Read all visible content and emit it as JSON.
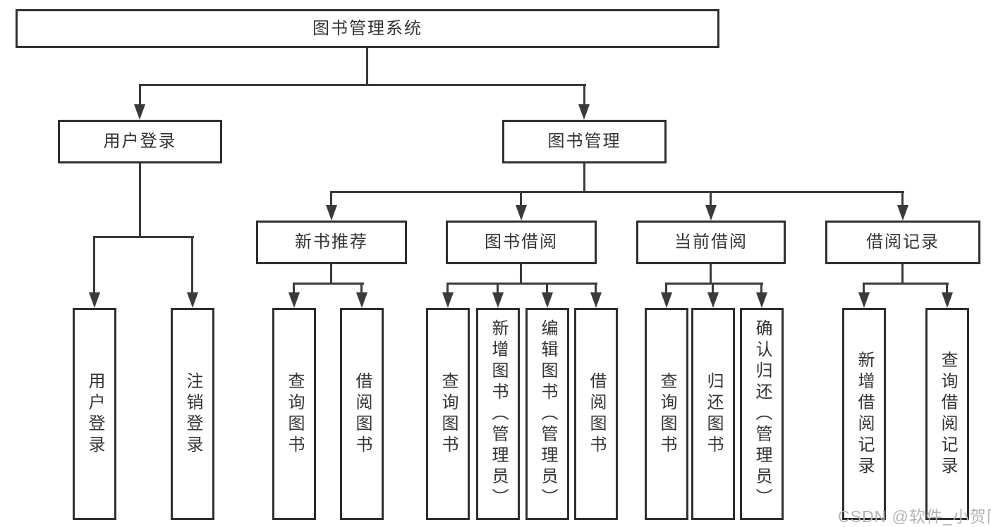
{
  "colors": {
    "background": "#ffffff",
    "box_border": "#2f2f2f",
    "connector": "#3a3a3a",
    "text": "#333333",
    "watermark": "#b3b3b3"
  },
  "tree": {
    "root": {
      "label": "图书管理系统",
      "children": [
        {
          "label": "用户登录",
          "children": [
            {
              "label": "用户登录"
            },
            {
              "label": "注销登录"
            }
          ]
        },
        {
          "label": "图书管理",
          "children": [
            {
              "label": "新书推荐",
              "children": [
                {
                  "label": "查询图书"
                },
                {
                  "label": "借阅图书"
                }
              ]
            },
            {
              "label": "图书借阅",
              "children": [
                {
                  "label": "查询图书"
                },
                {
                  "label": "新增图书（管理员）"
                },
                {
                  "label": "编辑图书（管理员）"
                },
                {
                  "label": "借阅图书"
                }
              ]
            },
            {
              "label": "当前借阅",
              "children": [
                {
                  "label": "查询图书"
                },
                {
                  "label": "归还图书"
                },
                {
                  "label": "确认归还（管理员）"
                }
              ]
            },
            {
              "label": "借阅记录",
              "children": [
                {
                  "label": "新增借阅记录"
                },
                {
                  "label": "查询借阅记录"
                }
              ]
            }
          ]
        }
      ]
    }
  },
  "watermark": {
    "text": "CSDN @软件_小贺同学"
  }
}
